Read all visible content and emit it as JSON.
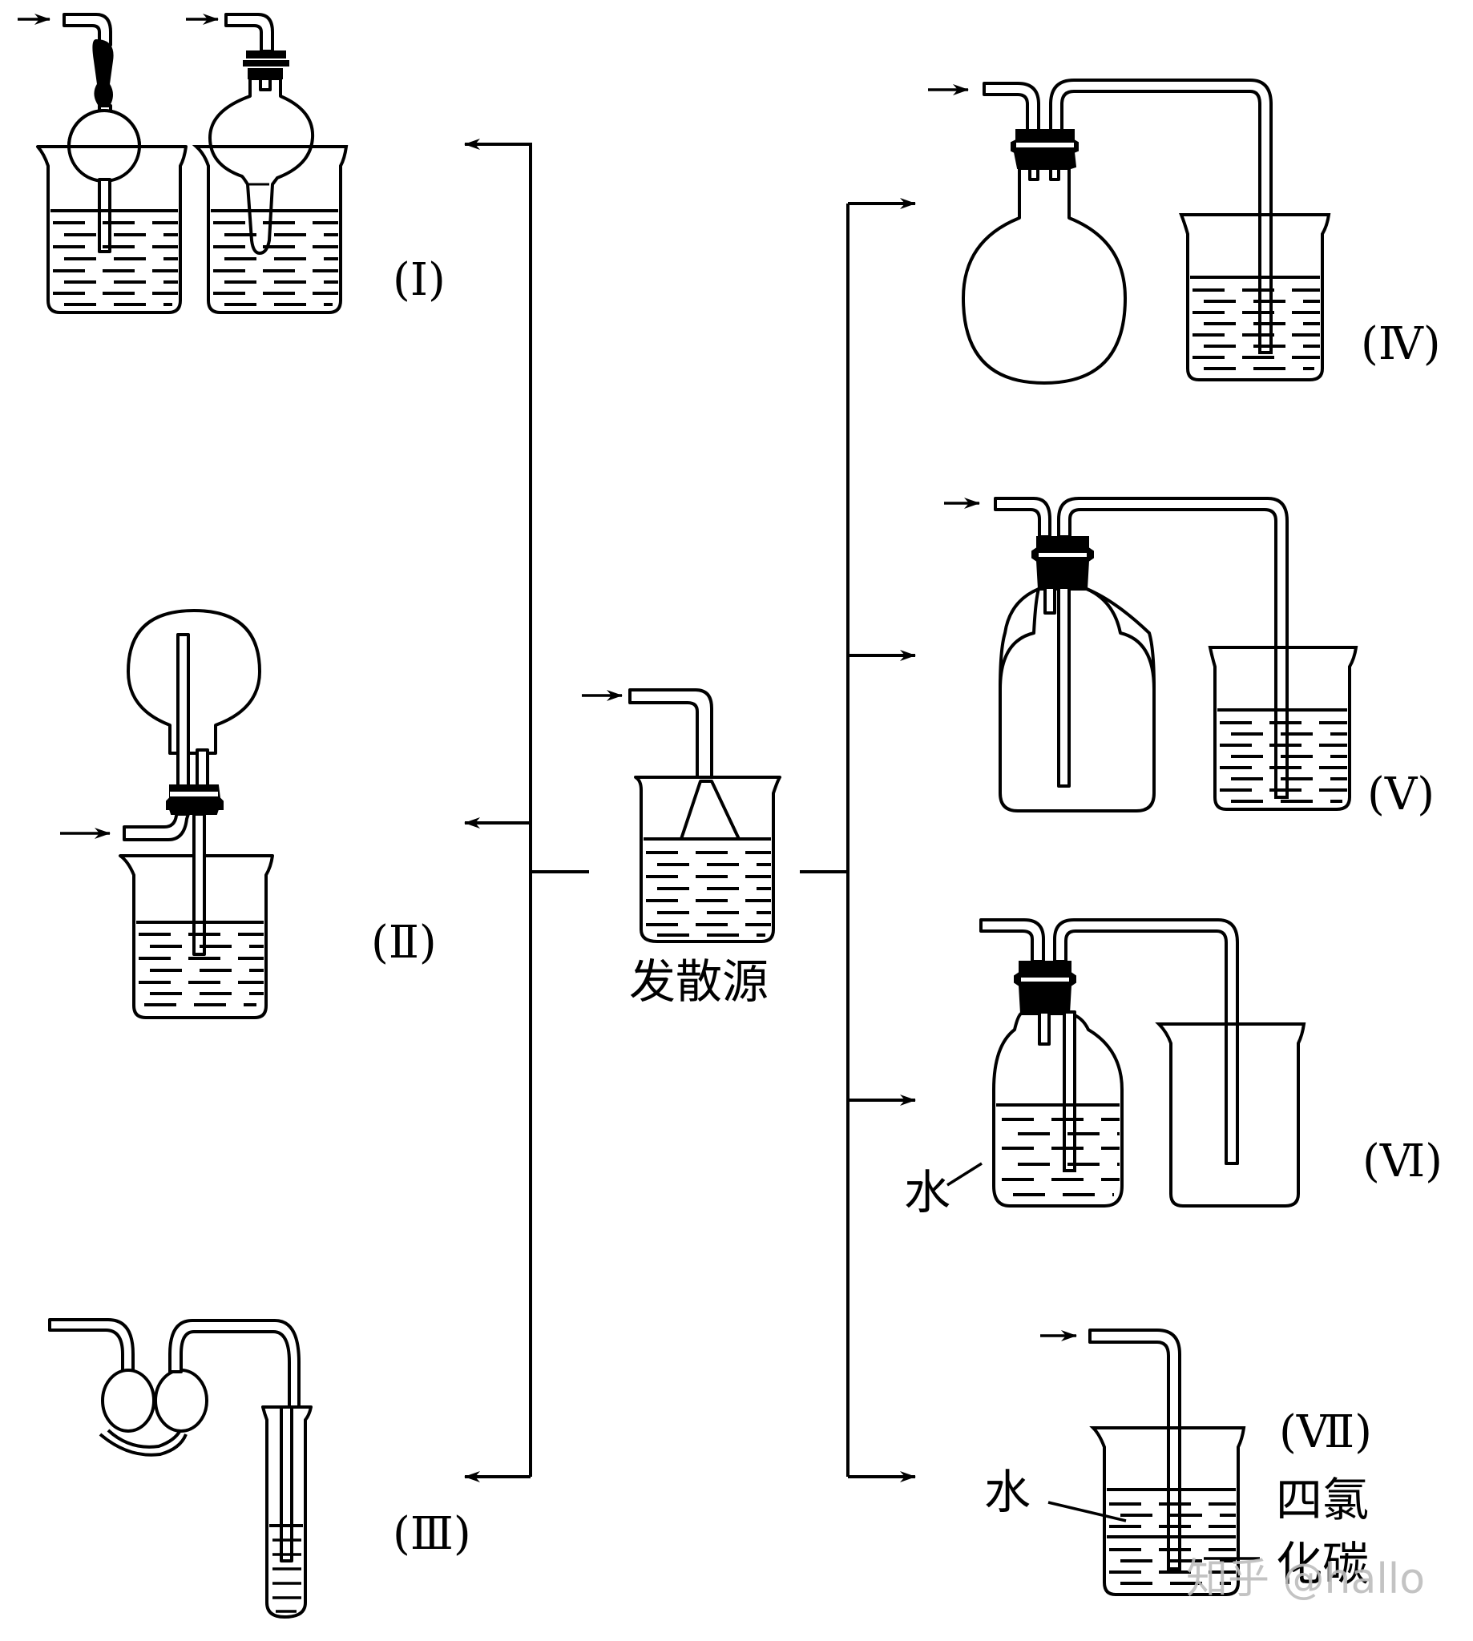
{
  "diagram": {
    "title": "发散源",
    "source": {
      "label": "发散源",
      "apparatus": "inverted funnel over liquid in beaker"
    },
    "setups": [
      {
        "id": "I",
        "label": "(Ⅰ)",
        "apparatus": [
          "bulb tube with rubber joint in beaker",
          "drying-tube bulb with stopper in beaker"
        ]
      },
      {
        "id": "II",
        "label": "(Ⅱ)",
        "apparatus": "inverted round flask with two tubes over beaker"
      },
      {
        "id": "III",
        "label": "(Ⅲ)",
        "apparatus": "double-bulb tube leading into test tube"
      },
      {
        "id": "IV",
        "label": "(Ⅳ)",
        "apparatus": "flask safety trap connected to beaker"
      },
      {
        "id": "V",
        "label": "(Ⅴ)",
        "apparatus": "gas bottle (long tube out) connected to beaker"
      },
      {
        "id": "VI",
        "label": "(Ⅵ)",
        "apparatus": "gas bottle with water connected to empty beaker",
        "annotation": "水"
      },
      {
        "id": "VII",
        "label": "(Ⅶ)",
        "apparatus": "beaker with water over carbon tetrachloride",
        "annotations": {
          "upper": "水",
          "lower_line1": "四氯",
          "lower_line2": "化碳"
        }
      }
    ],
    "watermark": "知乎 @hallo",
    "colors": {
      "ink": "#000000",
      "background": "#ffffff",
      "watermark": "#bdbdbd"
    }
  }
}
